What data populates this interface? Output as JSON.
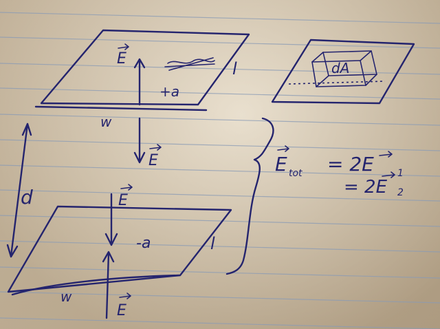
{
  "labels": {
    "e_top": "E",
    "l_top": "l",
    "plus_a": "+a",
    "w_top": "w",
    "e_down": "E",
    "d": "d",
    "e_bottom_upper": "E",
    "minus_a": "-a",
    "l_bottom": "l",
    "w_bottom": "w",
    "e_bottom_lower": "E",
    "da": "dA",
    "e_tot": "E",
    "tot_sub": "tot",
    "eq1": "= 2E",
    "eq1_sub": "1",
    "eq2": "= 2E",
    "eq2_sub": "2"
  },
  "colors": {
    "ink": "#24246e",
    "paper": "#d4c6ad",
    "rule": "#8a9bb5"
  }
}
